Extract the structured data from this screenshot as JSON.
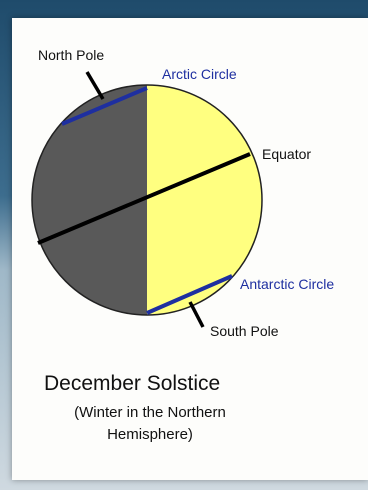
{
  "diagram": {
    "labels": {
      "north_pole": "North Pole",
      "arctic_circle": "Arctic Circle",
      "equator": "Equator",
      "antarctic_circle": "Antarctic Circle",
      "south_pole": "South Pole"
    },
    "colors": {
      "night": "#595959",
      "day": "#ffff80",
      "latitude_circle": "#1e2fa0",
      "axis_line": "#000000",
      "label_blue": "#1e2fa0"
    }
  },
  "caption": {
    "title": "December Solstice",
    "subtitle_line1": "(Winter in the Northern",
    "subtitle_line2": "Hemisphere)"
  }
}
